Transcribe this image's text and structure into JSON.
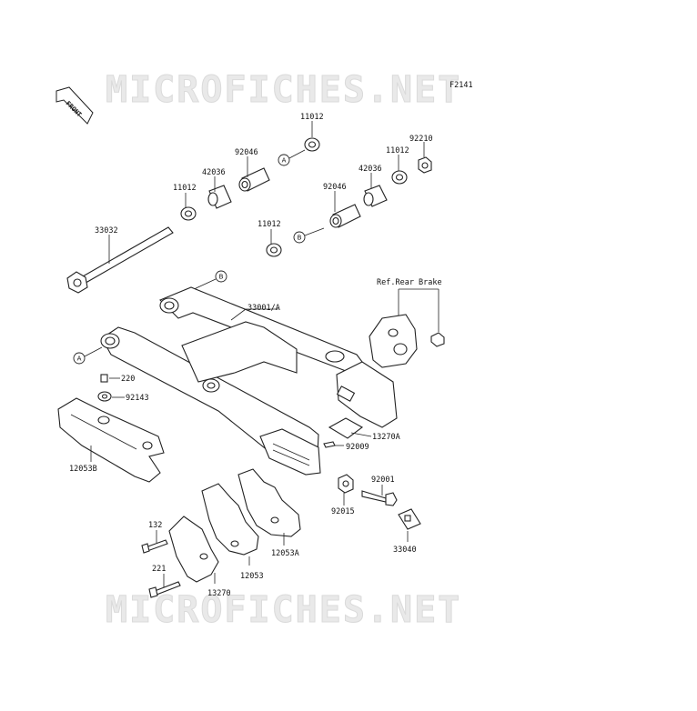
{
  "watermark": "MICROFICHES.NET",
  "figure_id": "F2141",
  "front_label": "FRONT",
  "ref_label": "Ref.Rear Brake",
  "callouts": {
    "a": "A",
    "b": "B"
  },
  "parts": {
    "p11012_top": "11012",
    "p92046_a": "92046",
    "p42036_a": "42036",
    "p11012_a": "11012",
    "p11012_r": "11012",
    "p92210": "92210",
    "p42036_b": "42036",
    "p92046_b": "92046",
    "p11012_b": "11012",
    "p33032": "33032",
    "p33001": "33001/A",
    "p220": "220",
    "p92143": "92143",
    "p12053b": "12053B",
    "p92009": "92009",
    "p13270a": "13270A",
    "p92001": "92001",
    "p92015": "92015",
    "p33040": "33040",
    "p132": "132",
    "p221": "221",
    "p12053": "12053",
    "p12053a": "12053A",
    "p13270": "13270"
  }
}
